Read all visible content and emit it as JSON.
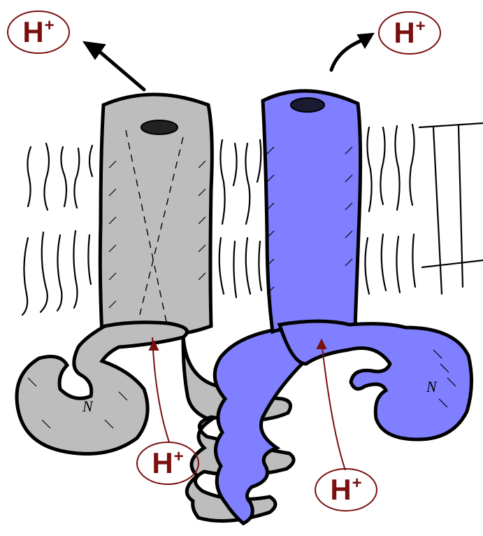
{
  "labels": {
    "ion_top_left": {
      "text": "H",
      "sup": "+"
    },
    "ion_top_right": {
      "text": "H",
      "sup": "+"
    },
    "ion_bottom_left": {
      "text": "H",
      "sup": "+"
    },
    "ion_bottom_right": {
      "text": "H",
      "sup": "+"
    },
    "n_left": "N",
    "n_right": "N"
  },
  "colors": {
    "left_protein": "#bdbdbd",
    "right_protein": "#7f7fff",
    "ion_text": "#7a0f0f",
    "ion_outline": "#7a0f0f",
    "outline": "#000000"
  }
}
